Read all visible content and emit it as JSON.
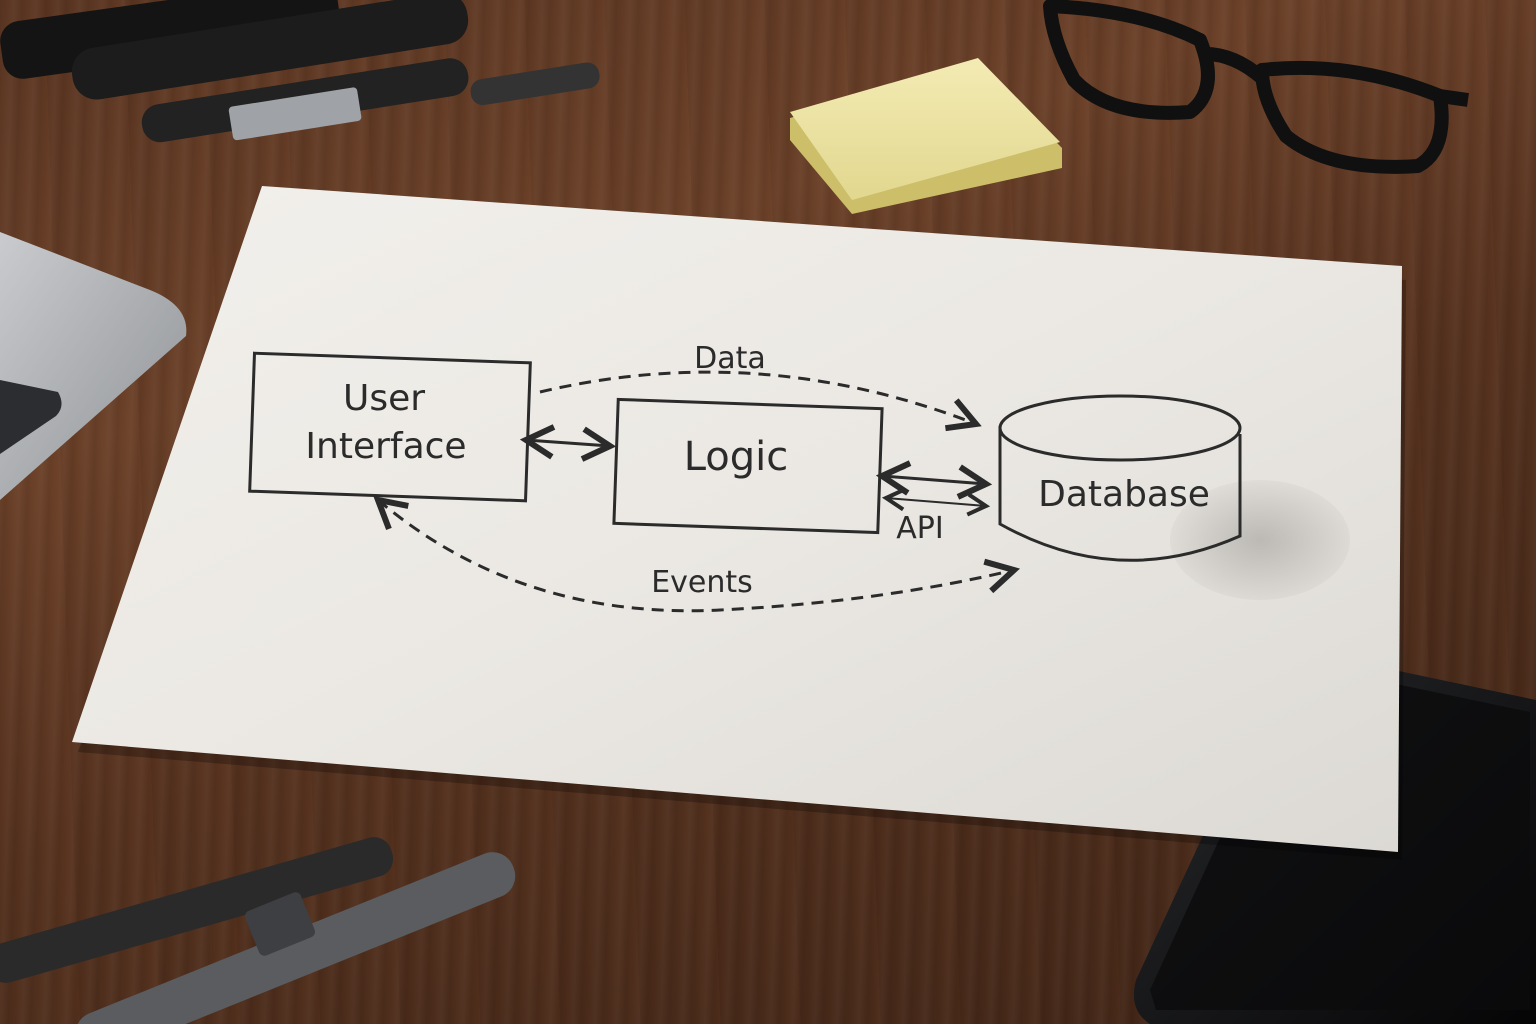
{
  "diagram": {
    "nodes": [
      {
        "id": "ui",
        "lines": [
          "User",
          "Interface"
        ],
        "shape": "rectangle"
      },
      {
        "id": "logic",
        "lines": [
          "Logic"
        ],
        "shape": "rectangle"
      },
      {
        "id": "db",
        "lines": [
          "Database"
        ],
        "shape": "cylinder"
      }
    ],
    "edges": [
      {
        "from": "ui",
        "to": "db",
        "label": "Data",
        "style": "dashed"
      },
      {
        "from": "ui",
        "to": "logic",
        "label": "",
        "style": "solid-bidirectional"
      },
      {
        "from": "logic",
        "to": "db",
        "label": "API",
        "style": "solid-bidirectional"
      },
      {
        "from": "ui",
        "to": "db",
        "label": "Events",
        "style": "dashed-bidirectional"
      }
    ]
  },
  "colors": {
    "desk": "#5a3622",
    "paper": "#eeebe6",
    "ink": "#2b2b2b",
    "sticky_note": "#efe6a6",
    "device": "#0c0c0d"
  }
}
